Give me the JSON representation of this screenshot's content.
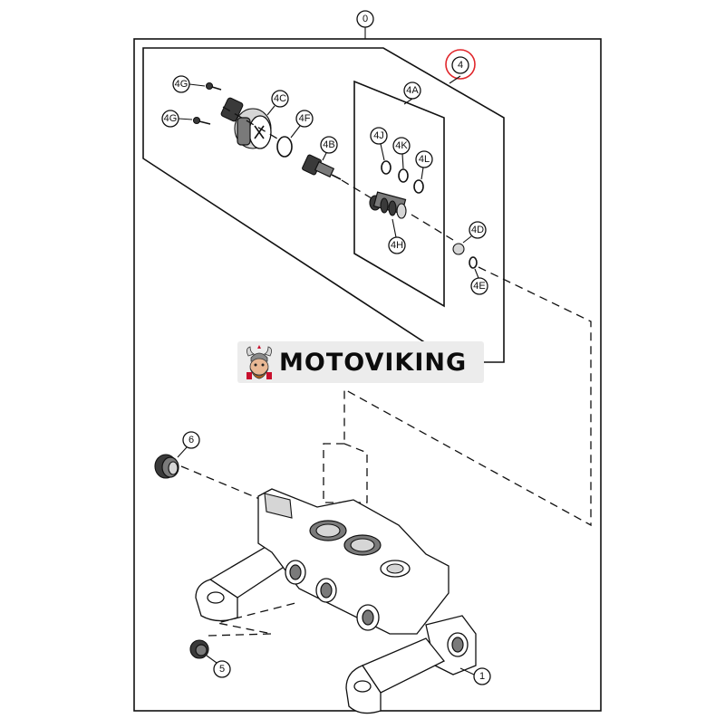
{
  "brand": {
    "name": "MOTOVIKING",
    "logo_icon": "viking-mascot-icon",
    "accent_color": "#c8102e"
  },
  "callouts": {
    "c0": "0",
    "c4": "4",
    "c4A": "4A",
    "c4B": "4B",
    "c4C": "4C",
    "c4D": "4D",
    "c4E": "4E",
    "c4F": "4F",
    "c4G_top": "4G",
    "c4G_bottom": "4G",
    "c4H": "4H",
    "c4J": "4J",
    "c4K": "4K",
    "c4L": "4L",
    "c1": "1",
    "c5": "5",
    "c6": "6"
  },
  "highlight": {
    "callout": "4",
    "color": "#e0262b"
  }
}
